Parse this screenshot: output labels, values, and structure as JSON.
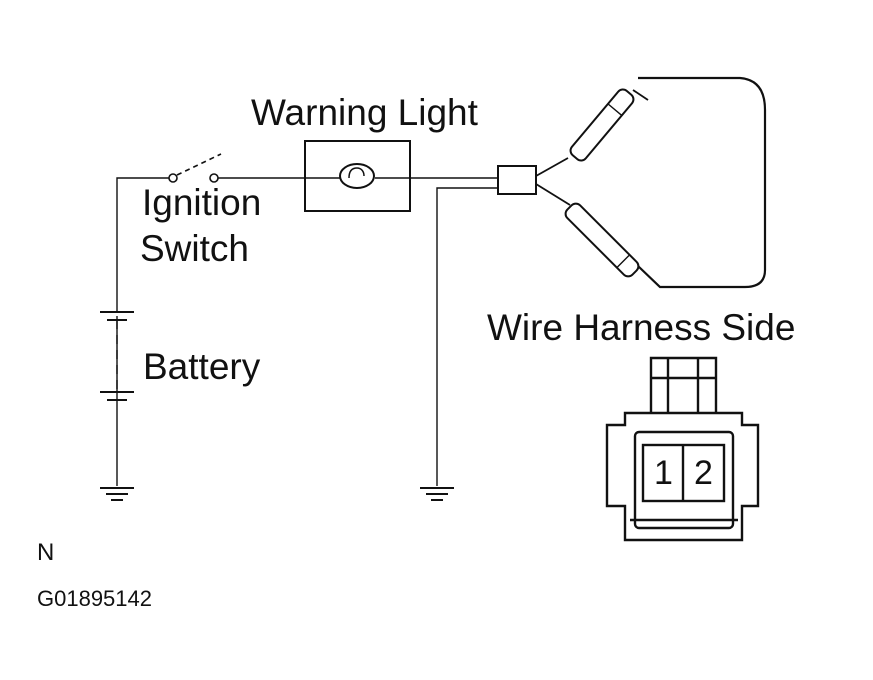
{
  "labels": {
    "warning_light": "Warning Light",
    "ignition_line1": "Ignition",
    "ignition_line2": "Switch",
    "battery": "Battery",
    "wire_harness_side": "Wire Harness Side",
    "corner_letter": "N",
    "figure_code": "G01895142"
  },
  "connector": {
    "pin1": "1",
    "pin2": "2"
  },
  "colors": {
    "ink": "#111111",
    "background": "#ffffff"
  }
}
